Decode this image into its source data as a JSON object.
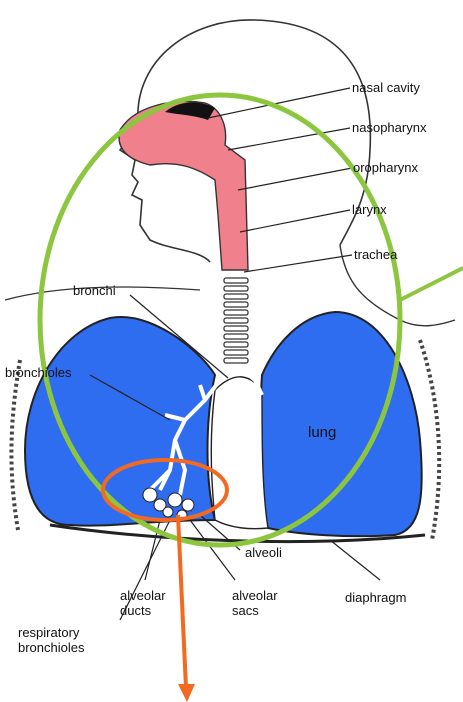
{
  "labels": {
    "nasal_cavity": "nasal cavity",
    "nasopharynx": "nasopharynx",
    "oropharynx": "oropharynx",
    "larynx": "larynx",
    "trachea": "trachea",
    "bronchi": "bronchi",
    "bronchioles": "bronchioles",
    "lung": "lung",
    "alveoli": "alveoli",
    "alveolar_ducts_1": "alveolar",
    "alveolar_ducts_2": "ducts",
    "alveolar_sacs_1": "alveolar",
    "alveolar_sacs_2": "sacs",
    "diaphragm": "diaphragm",
    "respiratory_bronchioles_1": "respiratory",
    "respiratory_bronchioles_2": "bronchioles"
  },
  "colors": {
    "lung_fill": "#2f6df0",
    "airway_fill": "#f0808c",
    "upper_highlight": "#8cc63f",
    "lower_highlight": "#f26a21",
    "arrow": "#f26a21",
    "outline": "#222222"
  }
}
